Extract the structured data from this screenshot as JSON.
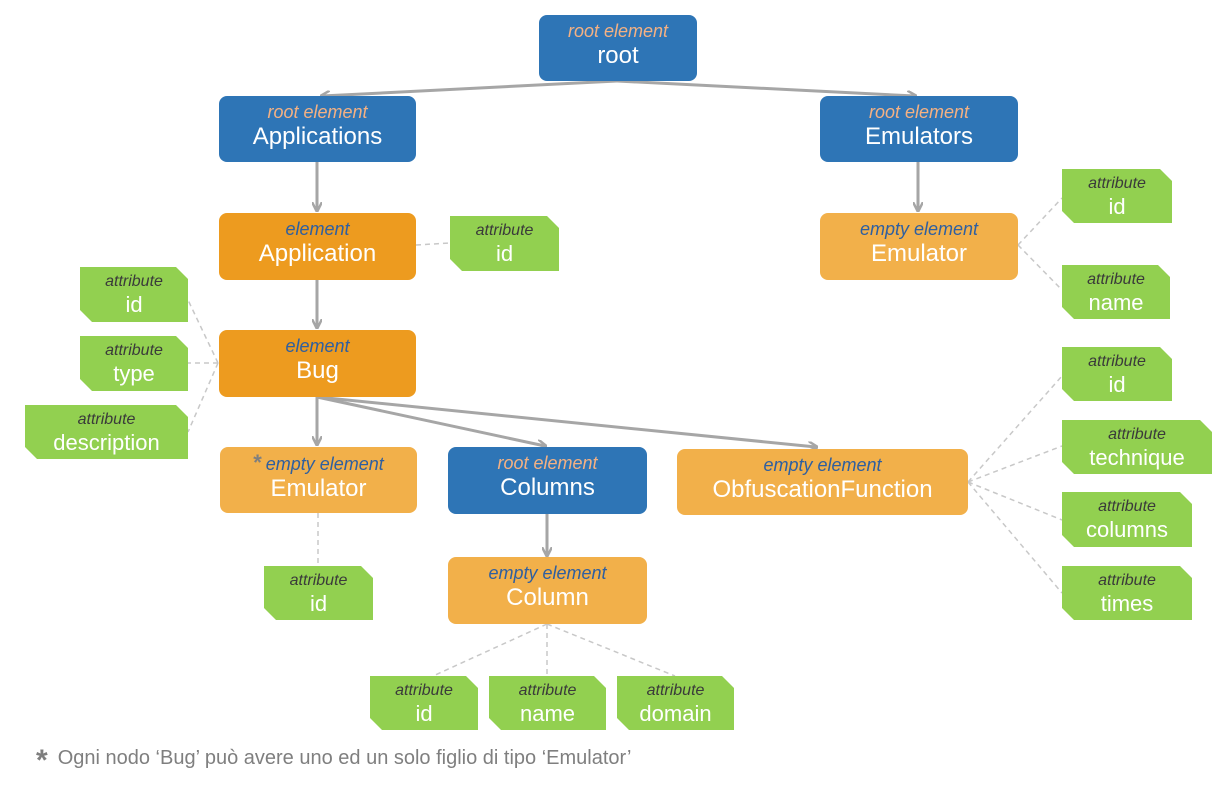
{
  "nodes": {
    "root": {
      "kind": "root element",
      "name": "root"
    },
    "applications": {
      "kind": "root element",
      "name": "Applications"
    },
    "emulators": {
      "kind": "root element",
      "name": "Emulators"
    },
    "application": {
      "kind": "element",
      "name": "Application"
    },
    "emulator_def": {
      "kind": "empty element",
      "name": "Emulator"
    },
    "bug": {
      "kind": "element",
      "name": "Bug"
    },
    "bug_emulator": {
      "kind": "empty element",
      "name": "Emulator",
      "marker": "*"
    },
    "columns": {
      "kind": "root element",
      "name": "Columns"
    },
    "obfuscation": {
      "kind": "empty element",
      "name": "ObfuscationFunction"
    },
    "column": {
      "kind": "empty element",
      "name": "Column"
    }
  },
  "attributes": {
    "application_id": {
      "kind": "attribute",
      "name": "id"
    },
    "emulator_id": {
      "kind": "attribute",
      "name": "id"
    },
    "emulator_name": {
      "kind": "attribute",
      "name": "name"
    },
    "bug_id": {
      "kind": "attribute",
      "name": "id"
    },
    "bug_type": {
      "kind": "attribute",
      "name": "type"
    },
    "bug_description": {
      "kind": "attribute",
      "name": "description"
    },
    "obf_id": {
      "kind": "attribute",
      "name": "id"
    },
    "obf_technique": {
      "kind": "attribute",
      "name": "technique"
    },
    "obf_columns": {
      "kind": "attribute",
      "name": "columns"
    },
    "obf_times": {
      "kind": "attribute",
      "name": "times"
    },
    "bug_emulator_id": {
      "kind": "attribute",
      "name": "id"
    },
    "column_id": {
      "kind": "attribute",
      "name": "id"
    },
    "column_name": {
      "kind": "attribute",
      "name": "name"
    },
    "column_domain": {
      "kind": "attribute",
      "name": "domain"
    }
  },
  "footnote": {
    "marker": "*",
    "text": "Ogni nodo ‘Bug’ può avere uno ed un solo figlio di tipo ‘Emulator’"
  },
  "colors": {
    "root_element": "#2e75b6",
    "element": "#ed9b1f",
    "empty_element": "#f2b04a",
    "attribute": "#92d050",
    "arrow": "#a6a6a6",
    "connector": "#c8c8c8"
  }
}
